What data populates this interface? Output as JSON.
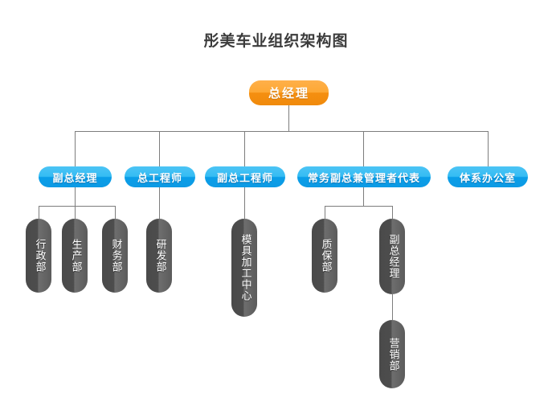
{
  "title": "彤美车业组织架构图",
  "theme": {
    "orange": "#f58f10",
    "blue": "#0a9ee8",
    "gray": "#4d4d4d",
    "line": "#7d7d7d",
    "background": "#ffffff",
    "title_color": "#3b3b3b"
  },
  "chart_data": {
    "type": "diagram",
    "diagram_kind": "organization-chart",
    "title": "彤美车业组织架构图",
    "levels": 4,
    "nodes": [
      {
        "id": "gm",
        "label": "总经理",
        "level": 1,
        "style": "orange",
        "parent": null
      },
      {
        "id": "deputy-gm",
        "label": "副总经理",
        "level": 2,
        "style": "blue",
        "parent": "gm"
      },
      {
        "id": "chief-eng",
        "label": "总工程师",
        "level": 2,
        "style": "blue",
        "parent": "gm"
      },
      {
        "id": "deputy-eng",
        "label": "副总工程师",
        "level": 2,
        "style": "blue",
        "parent": "gm"
      },
      {
        "id": "exec-deputy",
        "label": "常务副总兼管理者代表",
        "level": 2,
        "style": "blue",
        "parent": "gm"
      },
      {
        "id": "system-office",
        "label": "体系办公室",
        "level": 2,
        "style": "blue",
        "parent": "gm"
      },
      {
        "id": "admin",
        "label": "行政部",
        "level": 3,
        "style": "gray",
        "parent": "deputy-gm"
      },
      {
        "id": "production",
        "label": "生产部",
        "level": 3,
        "style": "gray",
        "parent": "deputy-gm"
      },
      {
        "id": "finance",
        "label": "财务部",
        "level": 3,
        "style": "gray",
        "parent": "deputy-gm"
      },
      {
        "id": "rnd",
        "label": "研发部",
        "level": 3,
        "style": "gray",
        "parent": "chief-eng"
      },
      {
        "id": "mold-center",
        "label": "模具加工中心",
        "level": 3,
        "style": "gray",
        "parent": "deputy-eng"
      },
      {
        "id": "quality",
        "label": "质保部",
        "level": 3,
        "style": "gray",
        "parent": "exec-deputy"
      },
      {
        "id": "deputy-gm-2",
        "label": "副总经理",
        "level": 3,
        "style": "gray",
        "parent": "exec-deputy"
      },
      {
        "id": "marketing",
        "label": "营销部",
        "level": 4,
        "style": "gray",
        "parent": "deputy-gm-2"
      }
    ],
    "edges": [
      {
        "from": "gm",
        "to": "deputy-gm"
      },
      {
        "from": "gm",
        "to": "chief-eng"
      },
      {
        "from": "gm",
        "to": "deputy-eng"
      },
      {
        "from": "gm",
        "to": "exec-deputy"
      },
      {
        "from": "gm",
        "to": "system-office"
      },
      {
        "from": "deputy-gm",
        "to": "admin"
      },
      {
        "from": "deputy-gm",
        "to": "production"
      },
      {
        "from": "deputy-gm",
        "to": "finance"
      },
      {
        "from": "chief-eng",
        "to": "rnd"
      },
      {
        "from": "deputy-eng",
        "to": "mold-center"
      },
      {
        "from": "exec-deputy",
        "to": "quality"
      },
      {
        "from": "exec-deputy",
        "to": "deputy-gm-2"
      },
      {
        "from": "deputy-gm-2",
        "to": "marketing"
      }
    ]
  },
  "nodes": {
    "gm": {
      "label": "总经理"
    },
    "deputy_gm": {
      "label": "副总经理"
    },
    "chief_eng": {
      "label": "总工程师"
    },
    "deputy_eng": {
      "label": "副总工程师"
    },
    "exec_deputy": {
      "label": "常务副总兼管理者代表"
    },
    "system_office": {
      "label": "体系办公室"
    },
    "admin": {
      "label": "行政部"
    },
    "production": {
      "label": "生产部"
    },
    "finance": {
      "label": "财务部"
    },
    "rnd": {
      "label": "研发部"
    },
    "mold_center": {
      "label": "模具加工中心"
    },
    "quality": {
      "label": "质保部"
    },
    "deputy_gm_2": {
      "label": "副总经理"
    },
    "marketing": {
      "label": "营销部"
    }
  }
}
